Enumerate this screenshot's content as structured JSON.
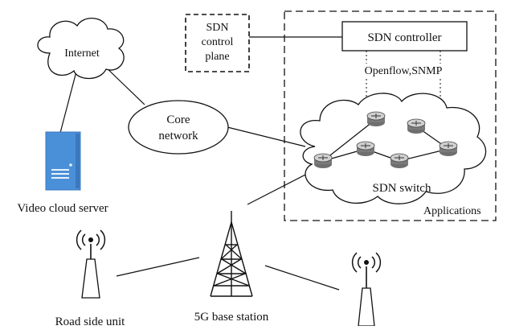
{
  "labels": {
    "internet": "Internet",
    "sdn_control_plane": [
      "SDN",
      "control",
      "plane"
    ],
    "sdn_controller": "SDN controller",
    "openflow": "Openflow,SNMP",
    "core_network": [
      "Core",
      "network"
    ],
    "sdn_switch": "SDN switch",
    "applications": "Applications",
    "video_cloud_server": "Video cloud server",
    "road_side_unit": "Road side unit",
    "base_station": "5G base station"
  },
  "colors": {
    "stroke": "#111111",
    "server_fill": "#4a90d9",
    "server_dark": "#3b78bd",
    "router_fill": "#c9c9c9",
    "router_dark": "#7a7a7a"
  },
  "icons": {
    "cloud": "cloud-icon",
    "server": "server-icon",
    "router": "router-icon",
    "tower": "cell-tower-icon",
    "rsu": "roadside-unit-icon"
  }
}
